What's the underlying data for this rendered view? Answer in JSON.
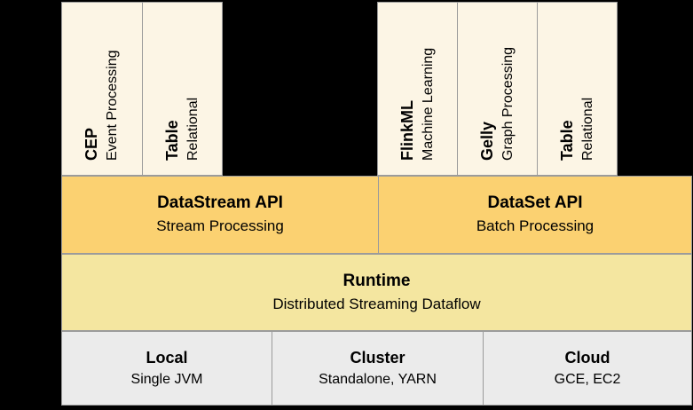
{
  "colors": {
    "background": "#000000",
    "library_panel": "#FCF5E5",
    "api_panel": "#FBD171",
    "runtime_panel": "#F4E6A0",
    "deployment_panel": "#EBEBEB",
    "border": "#9B9B9B",
    "text": "#000000"
  },
  "libraries": {
    "stream_group": [
      {
        "title": "CEP",
        "subtitle": "Event Processing"
      },
      {
        "title": "Table",
        "subtitle": "Relational"
      }
    ],
    "batch_group": [
      {
        "title": "FlinkML",
        "subtitle": "Machine Learning"
      },
      {
        "title": "Gelly",
        "subtitle": "Graph Processing"
      },
      {
        "title": "Table",
        "subtitle": "Relational"
      }
    ]
  },
  "api_layer": [
    {
      "title": "DataStream API",
      "subtitle": "Stream Processing"
    },
    {
      "title": "DataSet API",
      "subtitle": "Batch Processing"
    }
  ],
  "runtime_layer": {
    "title": "Runtime",
    "subtitle": "Distributed Streaming Dataflow"
  },
  "deployment_layer": [
    {
      "title": "Local",
      "subtitle": "Single JVM"
    },
    {
      "title": "Cluster",
      "subtitle": "Standalone, YARN"
    },
    {
      "title": "Cloud",
      "subtitle": "GCE, EC2"
    }
  ]
}
